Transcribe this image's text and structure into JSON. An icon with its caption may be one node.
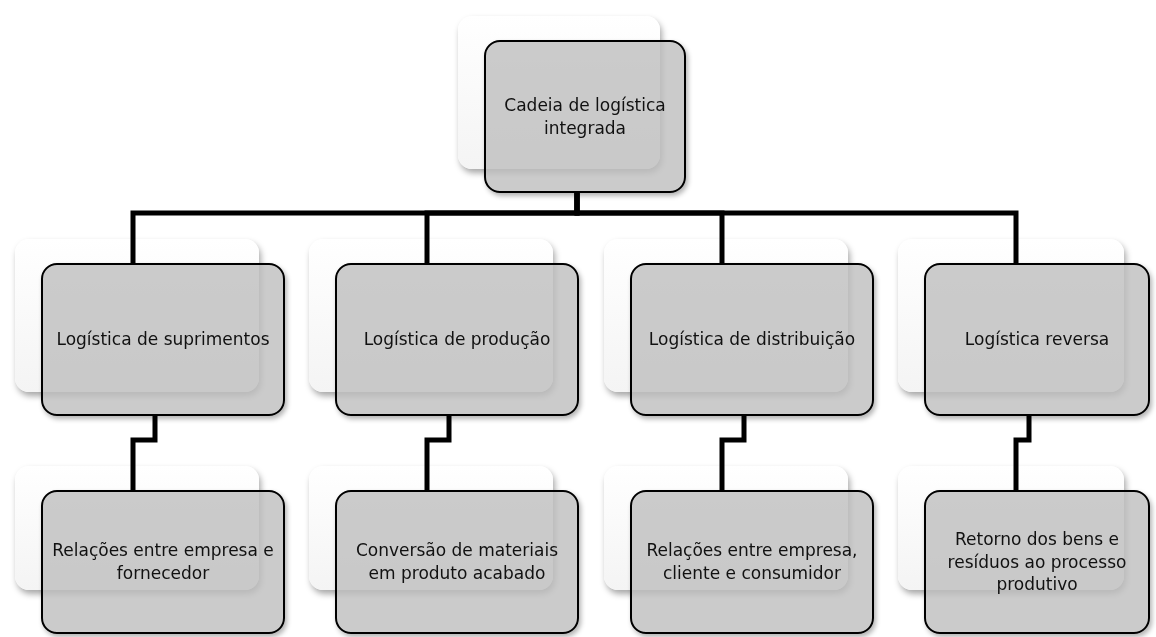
{
  "diagram": {
    "nodes": [
      {
        "text": [
          "Cadeia de logística integrada"
        ]
      },
      {
        "text": [
          "Logística de suprimentos"
        ]
      },
      {
        "text": [
          "Logística de produção"
        ]
      },
      {
        "text": [
          "Logística de distribuição"
        ]
      },
      {
        "text": [
          "Logística reversa"
        ]
      },
      {
        "text": [
          "Relações entre empresa e fornecedor"
        ]
      },
      {
        "text": [
          "Conversão de materiais em produto acabado"
        ]
      },
      {
        "text": [
          "Relações entre empresa, cliente e consumidor"
        ]
      },
      {
        "text": [
          "Retorno dos bens e resíduos ao processo produtivo"
        ]
      }
    ],
    "edges": [
      {
        "from": 0,
        "to": 1,
        "arrow": "none"
      },
      {
        "from": 0,
        "to": 2,
        "arrow": "none"
      },
      {
        "from": 0,
        "to": 3,
        "arrow": "none"
      },
      {
        "from": 0,
        "to": 4,
        "arrow": "none"
      },
      {
        "from": 1,
        "to": 5,
        "arrow": "none"
      },
      {
        "from": 2,
        "to": 6,
        "arrow": "none"
      },
      {
        "from": 3,
        "to": 7,
        "arrow": "none"
      },
      {
        "from": 4,
        "to": 8,
        "arrow": "none"
      }
    ]
  }
}
